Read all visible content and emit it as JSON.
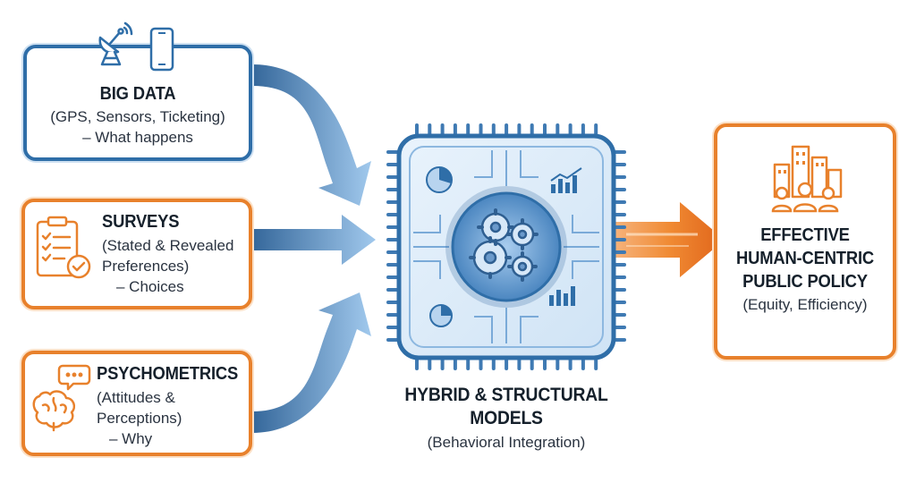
{
  "inputs": [
    {
      "title": "BIG DATA",
      "line1": "(GPS, Sensors, Ticketing)",
      "line2": "– What happens",
      "color": "#2f6ea8",
      "icons": [
        "satellite-dish-icon",
        "smartphone-icon"
      ]
    },
    {
      "title": "SURVEYS",
      "line1": "(Stated & Revealed",
      "line2": "Preferences)",
      "line3": "– Choices",
      "color": "#e8812c",
      "icons": [
        "clipboard-checklist-icon"
      ]
    },
    {
      "title": "PSYCHOMETRICS",
      "line1": "(Attitudes &",
      "line2": "Perceptions)",
      "line3": "– Why",
      "color": "#e8812c",
      "icons": [
        "brain-speech-icon"
      ]
    }
  ],
  "model": {
    "title_line1": "HYBRID & STRUCTURAL",
    "title_line2": "MODELS",
    "subtitle": "(Behavioral Integration)",
    "icons": [
      "processor-chip-icon",
      "gears-icon",
      "bar-chart-icon",
      "pie-chart-icon"
    ]
  },
  "output": {
    "title_line1": "EFFECTIVE",
    "title_line2": "HUMAN-CENTRIC",
    "title_line3": "PUBLIC POLICY",
    "subtitle": "(Equity, Efficiency)",
    "color": "#e8812c",
    "icons": [
      "city-people-icon"
    ]
  },
  "colors": {
    "blue": "#2f6ea8",
    "light_blue": "#cfe1f2",
    "orange": "#e8812c"
  }
}
